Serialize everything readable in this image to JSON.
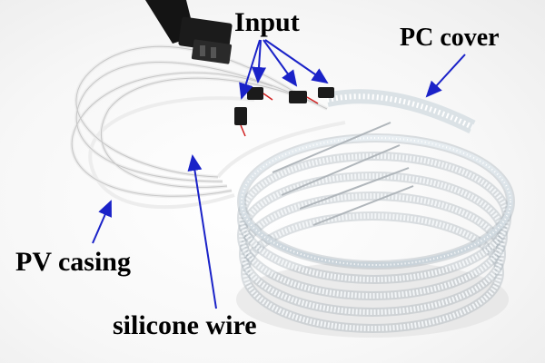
{
  "labels": {
    "input": "Input",
    "pc_cover": "PC cover",
    "pv_casing": "PV casing",
    "silicone_wire": "silicone wire"
  },
  "colors": {
    "arrow": "#1a22c8",
    "background": "#ffffff",
    "label_text": "#000000",
    "wire": "#f4f4f4",
    "connector": "#1b1b1b"
  }
}
